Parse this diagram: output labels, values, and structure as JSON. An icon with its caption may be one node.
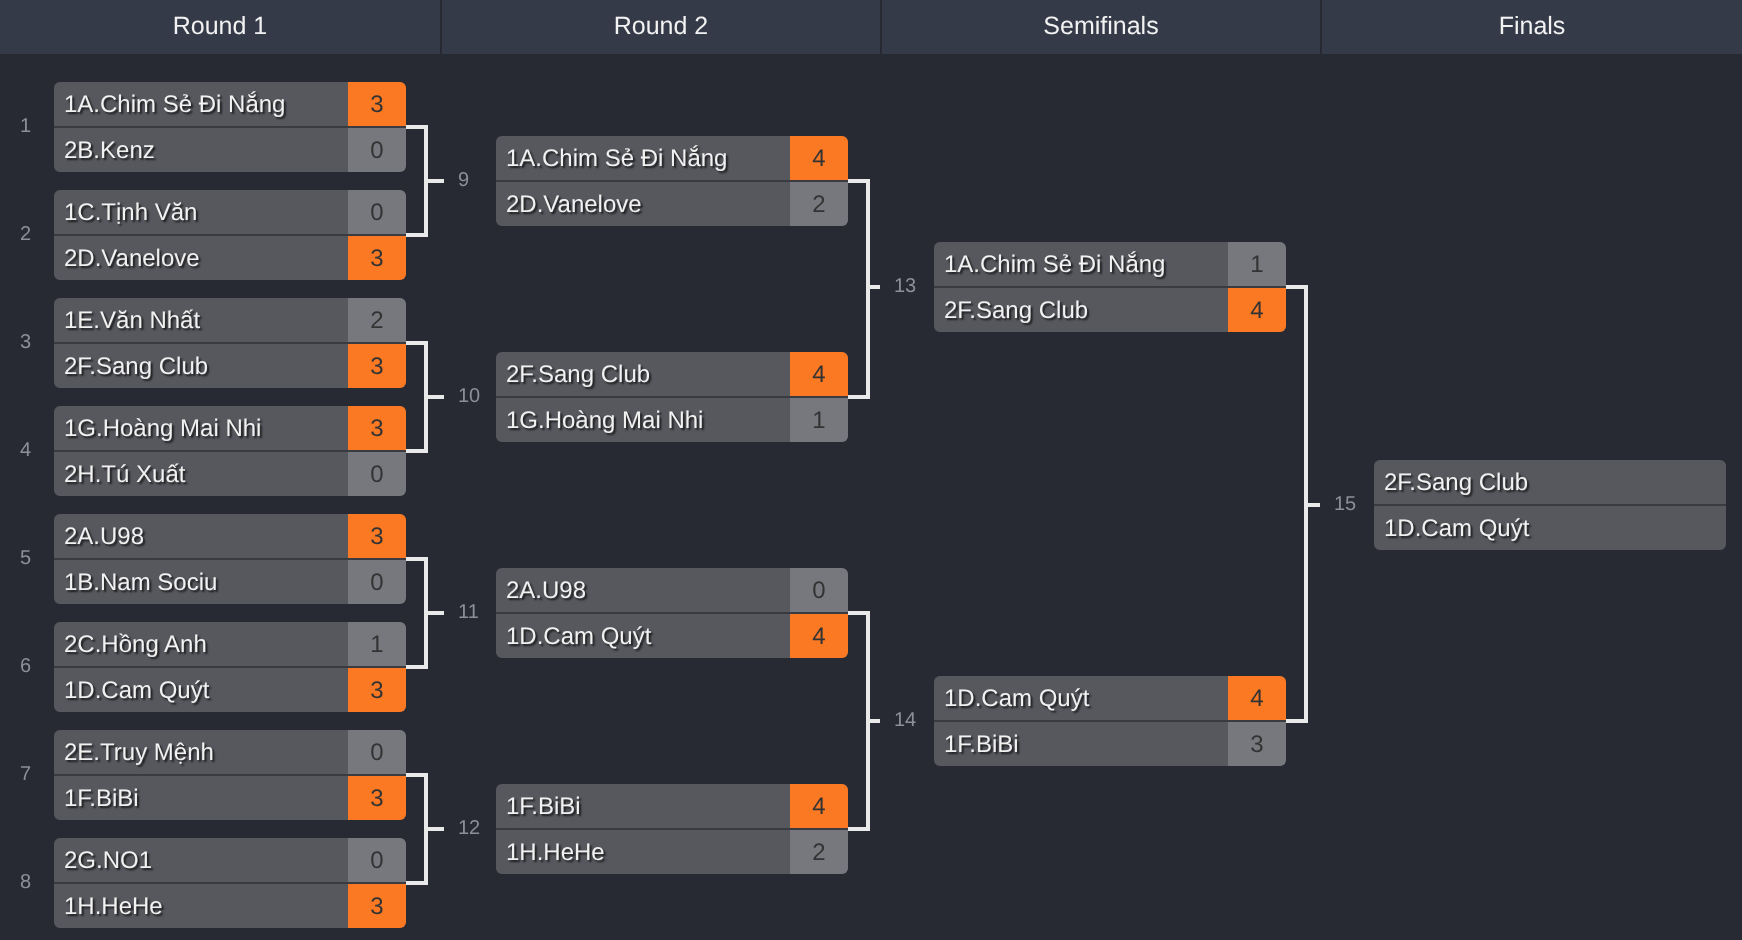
{
  "diagram": {
    "nodes": [
      {
        "text": [
          "1A.Chim Sẻ Đi Nắng",
          "3",
          "2B.Kenz",
          "0"
        ],
        "beside": [
          "1"
        ]
      },
      {
        "text": [
          "1C.Tịnh Văn",
          "0",
          "2D.Vanelove",
          "3"
        ],
        "beside": [
          "2"
        ]
      },
      {
        "text": [
          "1E.Văn Nhất",
          "2",
          "2F.Sang Club",
          "3"
        ],
        "beside": [
          "3"
        ]
      },
      {
        "text": [
          "1G.Hoàng Mai Nhi",
          "3",
          "2H.Tú Xuất",
          "0"
        ],
        "beside": [
          "4"
        ]
      },
      {
        "text": [
          "2A.U98",
          "3",
          "1B.Nam Sociu",
          "0"
        ],
        "beside": [
          "5"
        ]
      },
      {
        "text": [
          "2C.Hồng Anh",
          "1",
          "1D.Cam Quýt",
          "3"
        ],
        "beside": [
          "6"
        ]
      },
      {
        "text": [
          "2E.Truy Mệnh",
          "0",
          "1F.BiBi",
          "3"
        ],
        "beside": [
          "7"
        ]
      },
      {
        "text": [
          "2G.NO1",
          "0",
          "1H.HeHe",
          "3"
        ],
        "beside": [
          "8"
        ]
      },
      {
        "text": [
          "1A.Chim Sẻ Đi Nắng",
          "4",
          "2D.Vanelove",
          "2"
        ],
        "beside": [
          "9"
        ]
      },
      {
        "text": [
          "2F.Sang Club",
          "4",
          "1G.Hoàng Mai Nhi",
          "1"
        ],
        "beside": [
          "10"
        ]
      },
      {
        "text": [
          "2A.U98",
          "0",
          "1D.Cam Quýt",
          "4"
        ],
        "beside": [
          "11"
        ]
      },
      {
        "text": [
          "1F.BiBi",
          "4",
          "1H.HeHe",
          "2"
        ],
        "beside": [
          "12"
        ]
      },
      {
        "text": [
          "1A.Chim Sẻ Đi Nắng",
          "1",
          "2F.Sang Club",
          "4"
        ],
        "beside": [
          "13"
        ]
      },
      {
        "text": [
          "1D.Cam Quýt",
          "4",
          "1F.BiBi",
          "3"
        ],
        "beside": [
          "14"
        ]
      },
      {
        "text": [
          "2F.Sang Club",
          "1D.Cam Quýt"
        ],
        "beside": [
          "15"
        ]
      }
    ],
    "edges": [
      {
        "from": 0,
        "to": 8,
        "arrow": "none"
      },
      {
        "from": 1,
        "to": 8,
        "arrow": "none"
      },
      {
        "from": 2,
        "to": 9,
        "arrow": "none"
      },
      {
        "from": 3,
        "to": 9,
        "arrow": "none"
      },
      {
        "from": 4,
        "to": 10,
        "arrow": "none"
      },
      {
        "from": 5,
        "to": 10,
        "arrow": "none"
      },
      {
        "from": 6,
        "to": 11,
        "arrow": "none"
      },
      {
        "from": 7,
        "to": 11,
        "arrow": "none"
      },
      {
        "from": 8,
        "to": 12,
        "arrow": "none"
      },
      {
        "from": 9,
        "to": 12,
        "arrow": "none"
      },
      {
        "from": 10,
        "to": 13,
        "arrow": "none"
      },
      {
        "from": 11,
        "to": 13,
        "arrow": "none"
      },
      {
        "from": 12,
        "to": 14,
        "arrow": "none"
      },
      {
        "from": 13,
        "to": 14,
        "arrow": "none"
      }
    ],
    "labels": [
      "Round 1",
      "Round 2",
      "Semifinals",
      "Finals"
    ]
  }
}
